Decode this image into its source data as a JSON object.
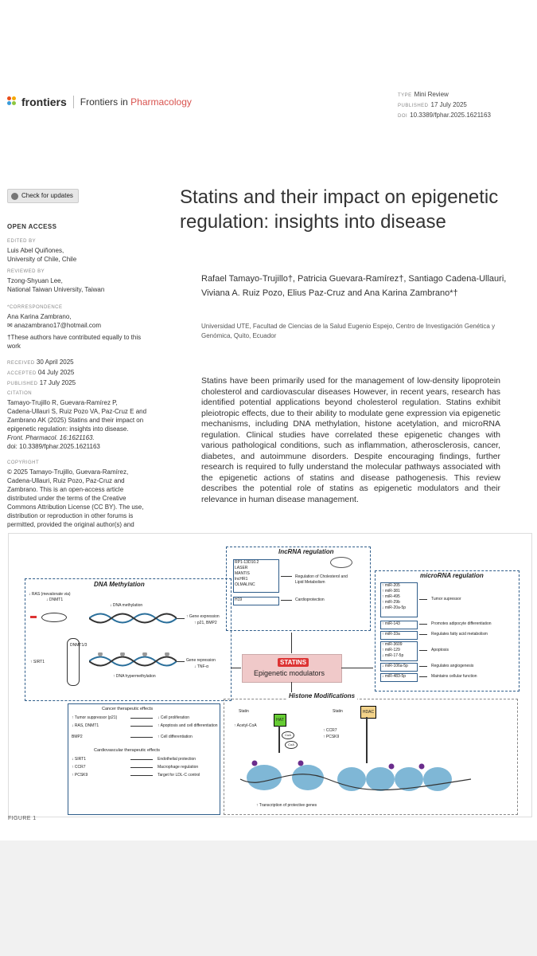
{
  "header": {
    "brand": "frontiers",
    "journal_prefix": "Frontiers in ",
    "journal_name": "Pharmacology",
    "type_label": "TYPE",
    "type_value": "Mini Review",
    "published_label": "PUBLISHED",
    "published_value": "17 July 2025",
    "doi_label": "DOI",
    "doi_value": "10.3389/fphar.2025.1621163"
  },
  "check_updates": "Check for updates",
  "sidebar": {
    "open_access": "OPEN ACCESS",
    "edited_by_label": "EDITED BY",
    "edited_by": [
      "Luis Abel Quiñones,",
      "University of Chile, Chile"
    ],
    "reviewed_by_label": "REVIEWED BY",
    "reviewed_by": [
      "Tzong-Shyuan Lee,",
      "National Taiwan University, Taiwan"
    ],
    "correspondence_label": "*CORRESPONDENCE",
    "correspondence": [
      "Ana Karina Zambrano,",
      "✉ anazambrano17@hotmail.com"
    ],
    "equal": [
      "†These authors have contributed equally to this",
      "work"
    ],
    "received_label": "RECEIVED",
    "received": "30 April 2025",
    "accepted_label": "ACCEPTED",
    "accepted": "04 July 2025",
    "published_label": "PUBLISHED",
    "published": "17 July 2025",
    "citation_label": "CITATION",
    "citation": [
      "Tamayo-Trujillo R, Guevara-Ramírez P,",
      "Cadena-Ullauri S, Ruiz Pozo VA, Paz-Cruz E and",
      "Zambrano AK (2025) Statins and their impact on",
      "epigenetic regulation: insights into disease.",
      "Front. Pharmacol. 16:1621163.",
      "doi: 10.3389/fphar.2025.1621163"
    ],
    "copyright_label": "COPYRIGHT",
    "copyright": [
      "© 2025 Tamayo-Trujillo, Guevara-Ramírez,",
      "Cadena-Ullauri, Ruiz Pozo, Paz-Cruz and",
      "Zambrano. This is an open-access article",
      "distributed under the terms of the Creative",
      "Commons Attribution License (CC BY). The use,",
      "distribution or reproduction in other forums is",
      "permitted, provided the original author(s) and"
    ]
  },
  "article": {
    "title": "Statins and their impact on epigenetic regulation: insights into disease",
    "authors": "Rafael Tamayo-Trujillo†, Patricia Guevara-Ramírez†, Santiago Cadena-Ullauri, Viviana A. Ruiz Pozo, Elius Paz-Cruz and Ana Karina Zambrano*†",
    "affiliation": "Universidad UTE, Facultad de Ciencias de la Salud Eugenio Espejo, Centro de Investigación Genética y Genómica, Quito, Ecuador",
    "abstract": "Statins have been primarily used for the management of low-density lipoprotein cholesterol and cardiovascular diseases However, in recent years, research has identified potential applications beyond cholesterol regulation. Statins exhibit pleiotropic effects, due to their ability to modulate gene expression via epigenetic mechanisms, including DNA methylation, histone acetylation, and microRNA regulation. Clinical studies have correlated these epigenetic changes with various pathological conditions, such as inflammation, atherosclerosis, cancer, diabetes, and autoimmune disorders. Despite encouraging findings, further research is required to fully understand the molecular pathways associated with the epigenetic actions of statins and disease pathogenesis. This review describes the potential role of statins as epigenetic modulators and their relevance in human disease management."
  },
  "figure": {
    "label": "FIGURE 1",
    "center_top": "STATINS",
    "center_bottom": "Epigenetic modulators",
    "lnc": {
      "title": "lncRNA regulation",
      "genes": [
        "RP1-13D10.2",
        "LASER",
        "MANTIS",
        "lncHR1",
        "OLMALINC"
      ],
      "effect1": "Regulation of Cholesterol and",
      "effect1b": "Lipid Metabolism",
      "gene2": "H19",
      "effect2": "Cardioprotection"
    },
    "mir": {
      "title": "microRNA regulation",
      "rows": [
        {
          "genes": [
            "↑ miR-205",
            "↑ miR-381",
            "↑ miR-495",
            "↑ miR-29b",
            "↓ miR-20a-5p"
          ],
          "effect": "Tumor supressor"
        },
        {
          "genes": [
            "↑ miR-143"
          ],
          "effect": "Promotes adipocyte differentiation"
        },
        {
          "genes": [
            "↑ miR-33a"
          ],
          "effect": "Regulates fatty acid metabolism"
        },
        {
          "genes": [
            "↑ miR-3609",
            "↑ miR-129",
            "↓ miR-17-5p"
          ],
          "effect": "Apoptosis"
        },
        {
          "genes": [
            "↓ miR-106a-5p"
          ],
          "effect": "Regulates angiogenesis"
        },
        {
          "genes": [
            "↓ miR-483-5p"
          ],
          "effect": "Maintains cellular function"
        }
      ]
    },
    "dna": {
      "title": "DNA Methylation",
      "ras": "↓ RAS (mevalonate via)",
      "dnmt1": "↓ DNMT1",
      "meth": "↓ DNA methylation",
      "expr": "↑ Gene expression",
      "expr_genes": "↑ p21, BMP2",
      "sirt1": "↑ SIRT1",
      "dnmt_vert": "DNMT1/3",
      "repr": "Gene repression",
      "repr_genes": "↓ TNF-α",
      "hyper": "↑ DNA hypermethylation"
    },
    "cancer": {
      "title": "Cancer therapeutic effects",
      "rows": [
        [
          "↑ Tumor suppressor (p21)",
          "↓ Cell proliferation"
        ],
        [
          "↓ RAS, DNMT1",
          "↑ Apoptosis and cell differentiation"
        ],
        [
          "BMP2",
          "↑ Cell differentiation"
        ]
      ],
      "cardio_title": "Cardiovascular therapeutic effects",
      "cardio_rows": [
        [
          "↓ SIRT1",
          "Endothelial protection"
        ],
        [
          "↑ CCR7",
          "Macrophage regulation"
        ],
        [
          "↑ PCSK9",
          "Target for LDL-C control"
        ]
      ]
    },
    "histone": {
      "title": "Histone Modifications",
      "statin1": "Statin",
      "acetyl": "↑ Acetyl-CoA",
      "hat": "HAT",
      "coa": "CoA",
      "statin2": "Statin",
      "hdac": "HDAC",
      "ccr7": "↑ CCR7",
      "pcsk9": "↑ PCSK9",
      "transcription": "↑ Transcription of protective genes"
    }
  }
}
